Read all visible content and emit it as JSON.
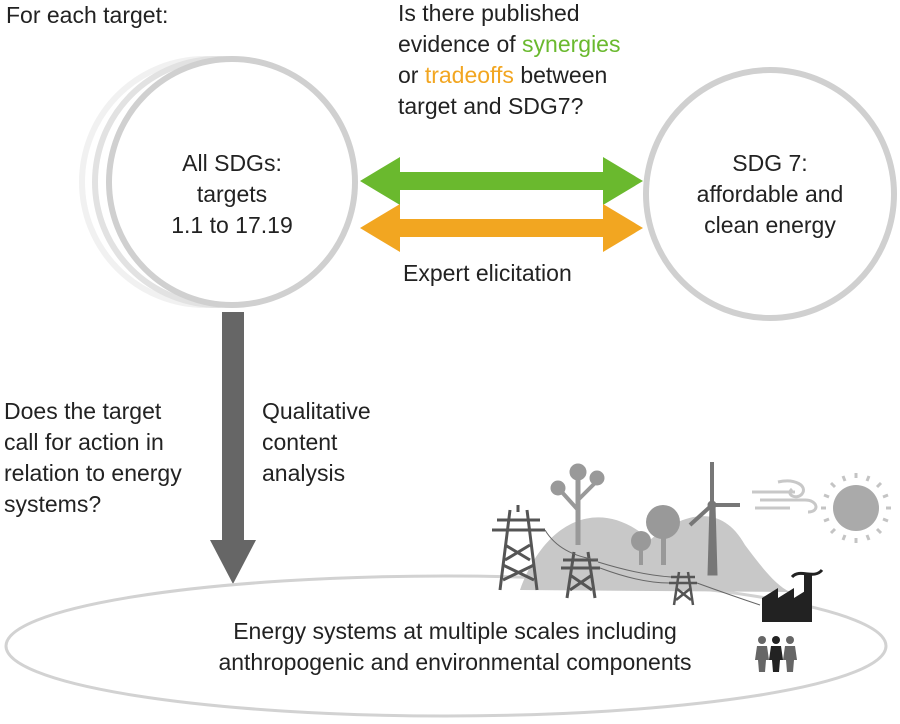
{
  "header": {
    "for_each": "For each target:",
    "question_lines": {
      "line1": "Is there published",
      "line2_pre": "evidence of ",
      "synergies": "synergies",
      "line3_pre": "or ",
      "tradeoffs": "tradeoffs",
      "line3_post": " between",
      "line4": "target and SDG7?"
    }
  },
  "left_circle": {
    "line1": "All SDGs:",
    "line2": "targets",
    "line3": "1.1 to 17.19"
  },
  "right_circle": {
    "line1": "SDG 7:",
    "line2": "affordable and",
    "line3": "clean energy"
  },
  "arrows": {
    "label": "Expert elicitation",
    "synergy_color": "#6ab92e",
    "tradeoff_color": "#f2a621"
  },
  "left_question": {
    "line1": "Does the target",
    "line2": "call for action in",
    "line3": "relation to energy",
    "line4": "systems?"
  },
  "method": {
    "line1": "Qualitative",
    "line2": "content",
    "line3": "analysis"
  },
  "bottom": {
    "line1": "Energy systems at multiple scales including",
    "line2": "anthropogenic and environmental components"
  },
  "icons": [
    "transmission-tower-icon",
    "tree-icon",
    "wind-turbine-icon",
    "wind-icon",
    "sun-icon",
    "factory-icon",
    "people-icon"
  ]
}
